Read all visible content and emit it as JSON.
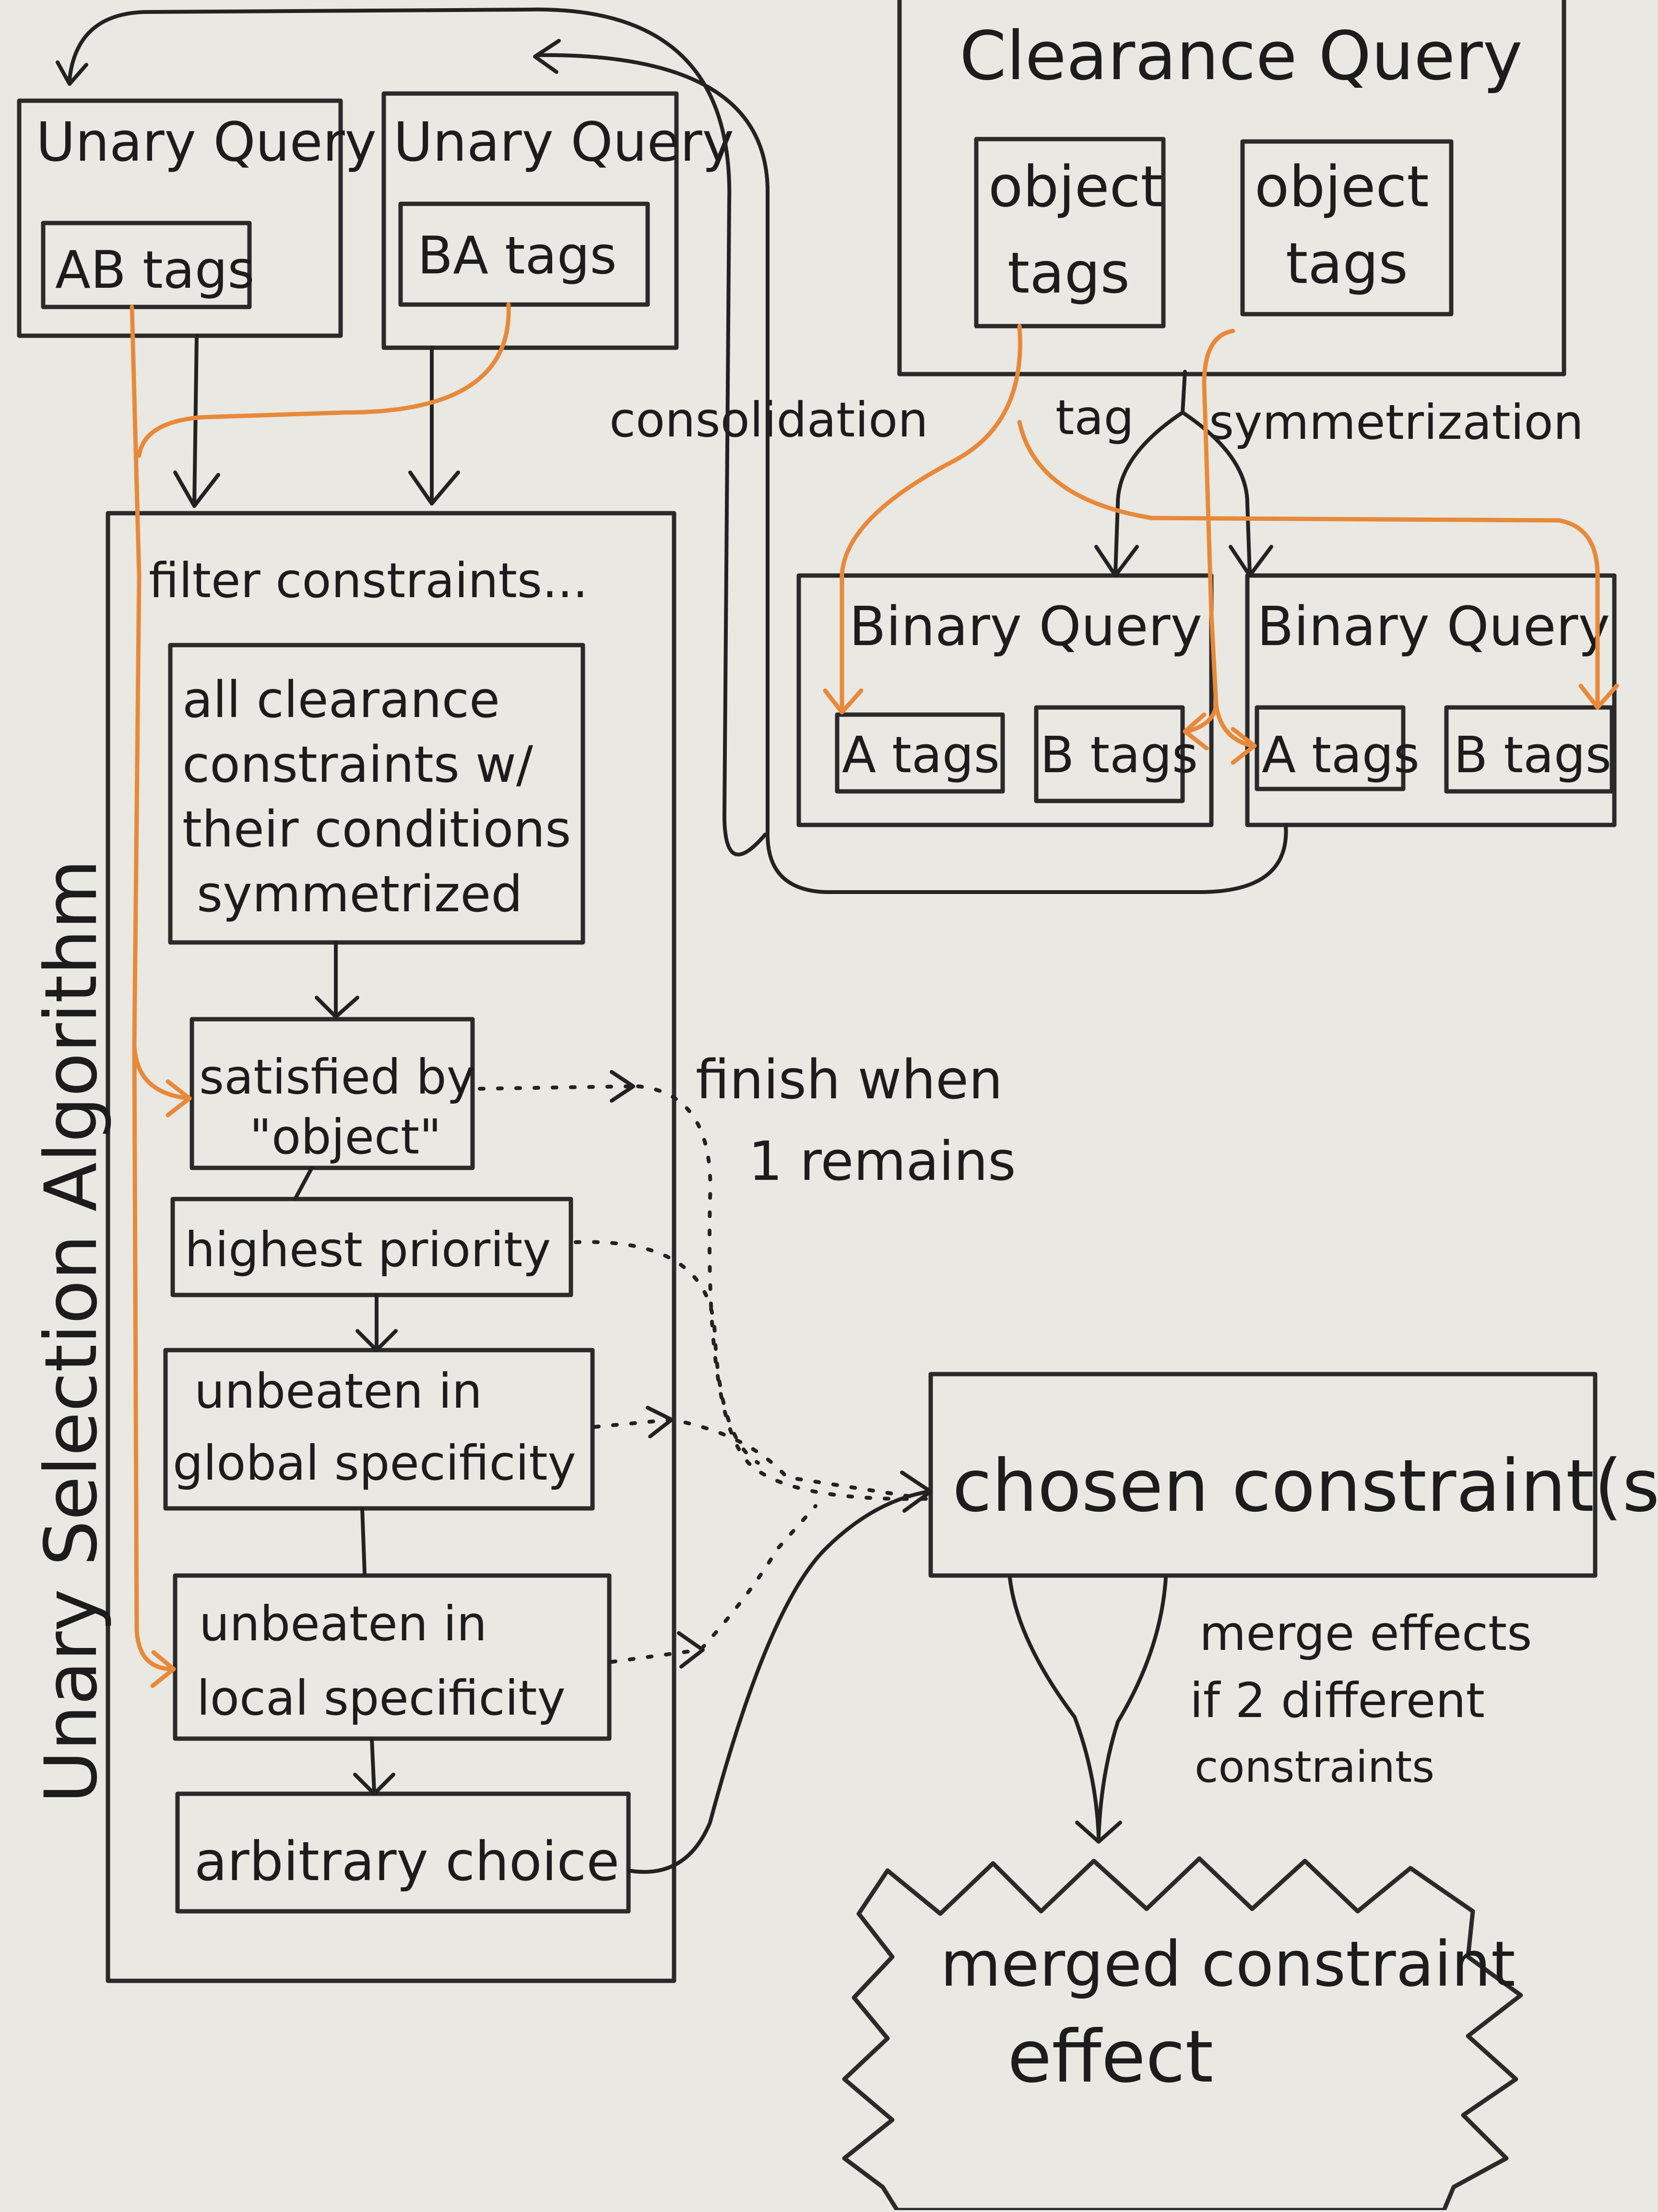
{
  "colors": {
    "board": "#e9e8e2",
    "ink": "#222222",
    "highlight": "#e8893a"
  },
  "unary_query_left": {
    "title": "Unary Query",
    "tags": "AB tags"
  },
  "unary_query_right": {
    "title": "Unary Query",
    "tags": "BA tags"
  },
  "clearance_query": {
    "title": "Clearance Query",
    "tags_left": [
      "object",
      "tags"
    ],
    "tags_right": [
      "object",
      "tags"
    ]
  },
  "labels": {
    "consolidation": "consolidation",
    "tag": "tag",
    "symmetrization": "symmetrization",
    "finish_when": [
      "finish when",
      "1 remains"
    ],
    "merge_effects": [
      "merge effects",
      "if 2 different",
      "constraints"
    ]
  },
  "binary_query_left": {
    "title": "Binary Query",
    "a_tags": "A tags",
    "b_tags": "B tags"
  },
  "binary_query_right": {
    "title": "Binary Query",
    "a_tags": "A tags",
    "b_tags": "B tags"
  },
  "algorithm": {
    "title": "Unary Selection Algorithm",
    "filter_label": "filter constraints...",
    "steps": {
      "all_constraints": [
        "all clearance",
        "constraints w/",
        "their conditions",
        "symmetrized"
      ],
      "satisfied": [
        "satisfied by",
        "\"object\""
      ],
      "priority": [
        "highest priority"
      ],
      "global": [
        "unbeaten in",
        "global specificity"
      ],
      "local": [
        "unbeaten in",
        "local specificity"
      ],
      "arbitrary": [
        "arbitrary choice"
      ]
    }
  },
  "chosen": "chosen constraint(s)",
  "merged": [
    "merged constraint",
    "effect"
  ]
}
